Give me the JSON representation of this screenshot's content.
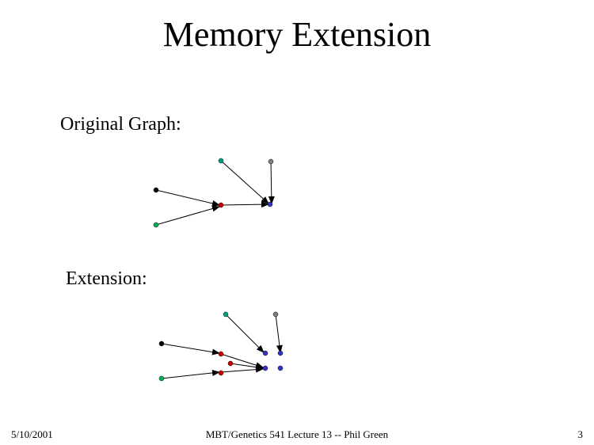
{
  "slide": {
    "title": "Memory Extension",
    "original_label": "Original Graph:",
    "extension_label": "Extension:"
  },
  "footer": {
    "date": "5/10/2001",
    "course": "MBT/Genetics 541 Lecture 13  -- Phil Green",
    "page": "3"
  },
  "colors": {
    "black": "#000000",
    "red": "#cc0000",
    "green": "#00b050",
    "teal": "#00a080",
    "gray": "#808080",
    "blue": "#3333cc"
  }
}
